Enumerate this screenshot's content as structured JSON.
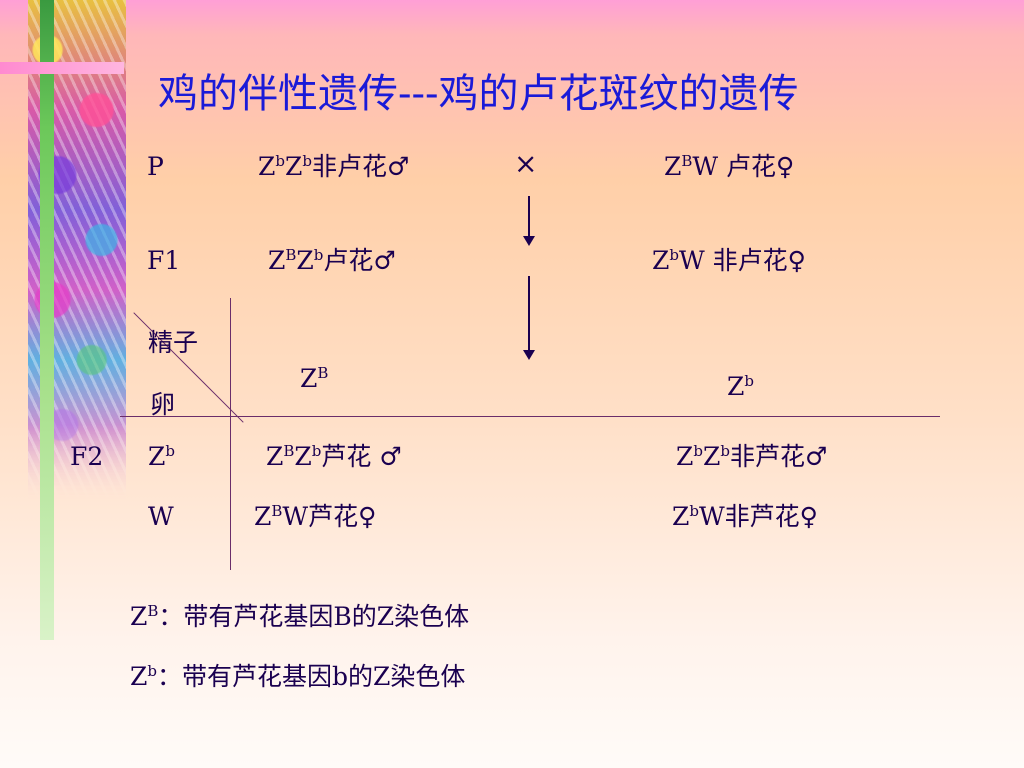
{
  "title": "鸡的伴性遗传---鸡的卢花斑纹的遗传",
  "parents": {
    "label": "P",
    "male": {
      "g1": "Z",
      "s1": "b",
      "g2": "Z",
      "s2": "b",
      "trait": "非卢花♂"
    },
    "cross": "×",
    "female": {
      "g1": "Z",
      "s1": "B",
      "rest": "W  卢花♀"
    }
  },
  "f1": {
    "label": "F1",
    "male": {
      "g1": "Z",
      "s1": "B",
      "g2": "Z",
      "s2": "b",
      "trait": "卢花♂"
    },
    "female": {
      "g1": "Z",
      "s1": "b",
      "rest": "W 非卢花♀"
    }
  },
  "punnett": {
    "sperm_label": "精子",
    "egg_label": "卵",
    "sperm1": {
      "g": "Z",
      "s": "B"
    },
    "sperm2": {
      "g": "Z",
      "s": "b"
    }
  },
  "f2": {
    "label": "F2",
    "row1": {
      "egg": {
        "g": "Z",
        "s": "b"
      },
      "c1": {
        "g1": "Z",
        "s1": "B",
        "g2": "Z",
        "s2": "b",
        "trait": "芦花 ♂"
      },
      "c2": {
        "g1": "Z",
        "s1": "b",
        "g2": "Z",
        "s2": "b",
        "trait": "非芦花♂"
      }
    },
    "row2": {
      "egg": "W",
      "c1": {
        "g1": "Z",
        "s1": "B",
        "rest": "W芦花♀"
      },
      "c2": {
        "g1": "Z",
        "s1": "b",
        "rest": "W非芦花♀"
      }
    }
  },
  "notes": [
    {
      "g": "Z",
      "s": "B",
      "text": "：带有芦花基因B的Z染色体"
    },
    {
      "g": "Z",
      "s": "b",
      "text": "：带有芦花基因b的Z染色体"
    }
  ],
  "colors": {
    "title": "#1a1ad8",
    "text": "#1a0050",
    "lines": "#6a2d6a"
  }
}
